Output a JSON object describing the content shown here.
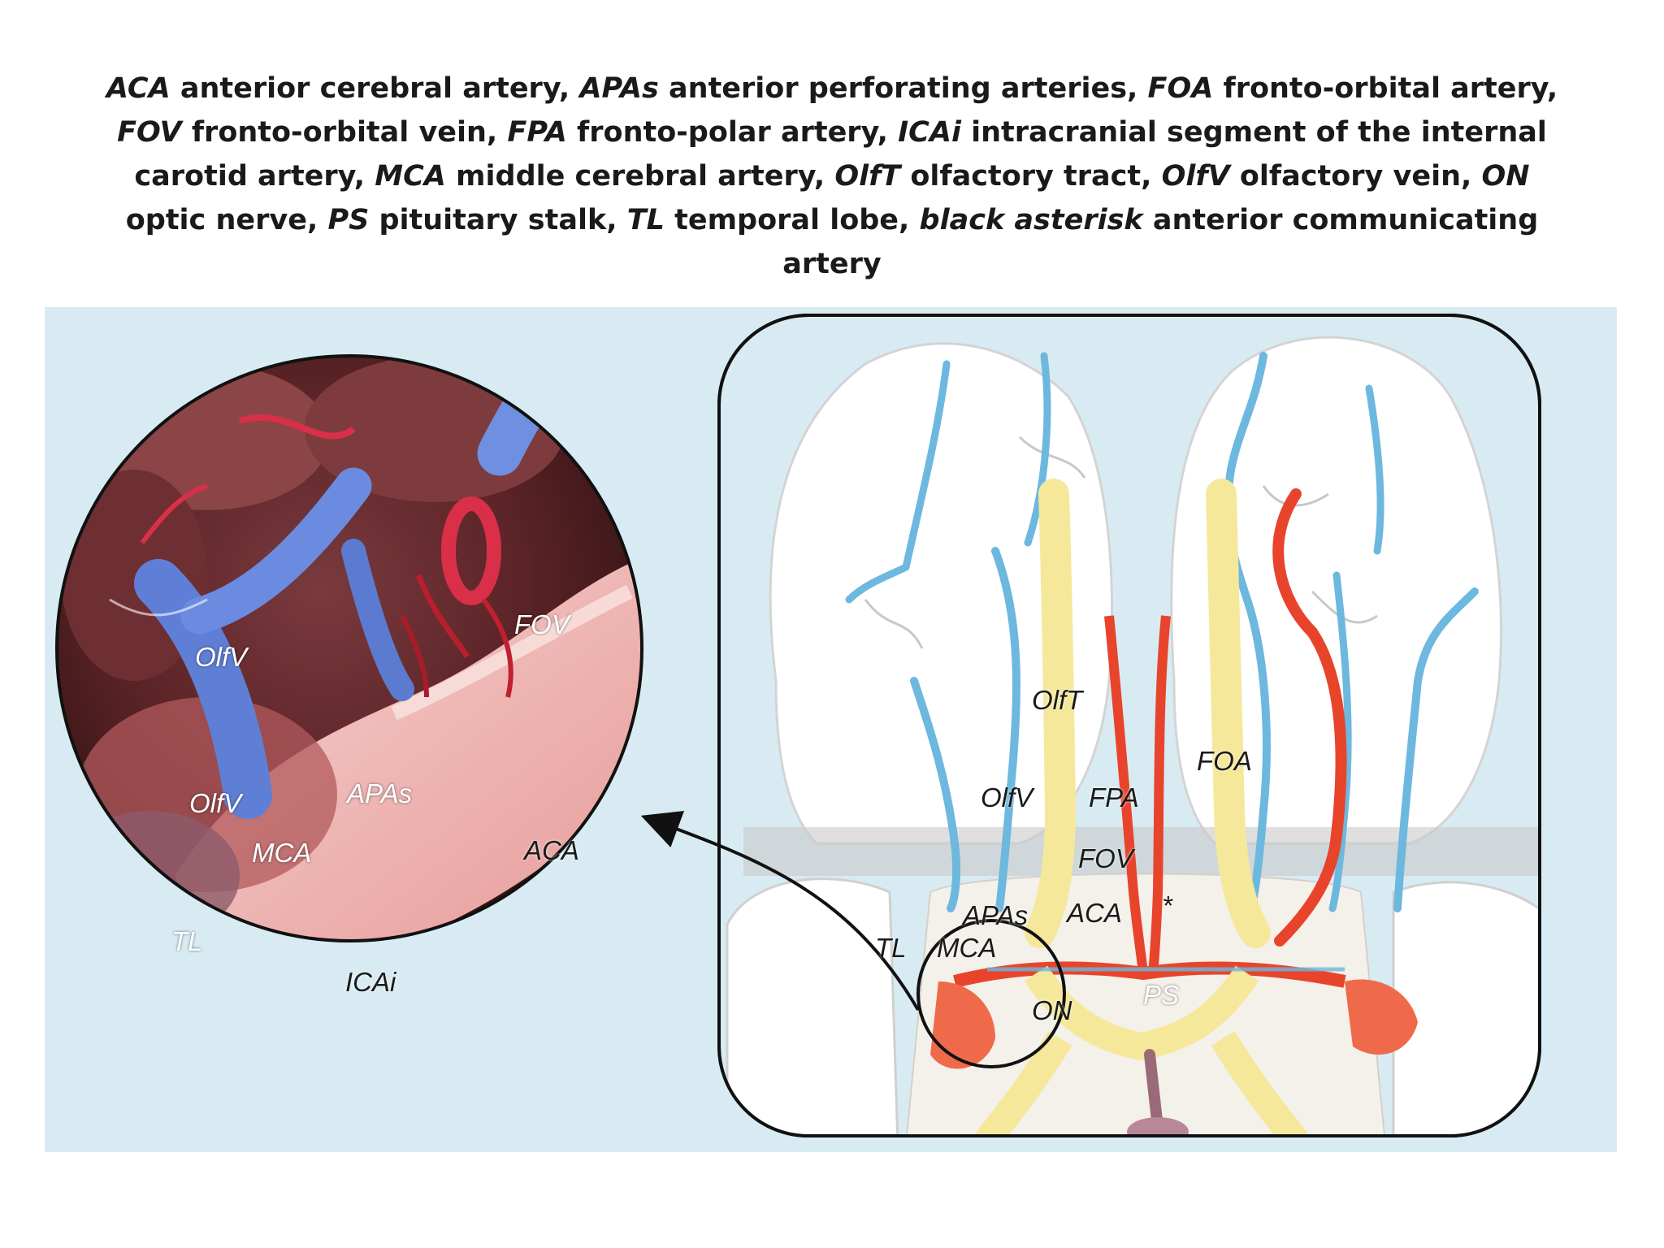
{
  "caption": [
    {
      "abbr": "ACA",
      "text": " anterior cerebral artery,"
    },
    {
      "abbr": "APAs",
      "text": " anterior perforating arteries,"
    },
    {
      "abbr": "FOA",
      "text": " fronto-orbital artery,"
    },
    {
      "abbr": "FOV",
      "text": " fronto-orbital vein,"
    },
    {
      "abbr": "FPA",
      "text": " fronto-polar artery,"
    },
    {
      "abbr": "ICAi",
      "text": " intracranial segment of the internal carotid artery,"
    },
    {
      "abbr": "MCA",
      "text": " middle cerebral artery,"
    },
    {
      "abbr": "OlfT",
      "text": " olfactory tract,"
    },
    {
      "abbr": "OlfV",
      "text": " olfactory vein,"
    },
    {
      "abbr": "ON",
      "text": " optic nerve,"
    },
    {
      "abbr": "PS",
      "text": " pituitary stalk,"
    },
    {
      "abbr": "TL",
      "text": " temporal lobe,"
    },
    {
      "abbr": "black asterisk",
      "text": " anterior communicating artery"
    }
  ],
  "photo_labels": {
    "fov": "FOV",
    "olfv_top": "OlfV",
    "olfv_bottom": "OlfV",
    "apas": "APAs",
    "mca": "MCA",
    "aca": "ACA",
    "tl": "TL",
    "icai": "ICAi"
  },
  "diagram_labels": {
    "olft": "OlfT",
    "foa": "FOA",
    "olfv": "OlfV",
    "fpa": "FPA",
    "fov": "FOV",
    "apas": "APAs",
    "aca": "ACA",
    "acom": "*",
    "tl": "TL",
    "mca": "MCA",
    "on": "ON",
    "ps": "PS"
  },
  "colors": {
    "artery": "#e8442c",
    "vein": "#5fb2d8",
    "nerve": "#f6e89a",
    "background": "#d8ebf3"
  }
}
